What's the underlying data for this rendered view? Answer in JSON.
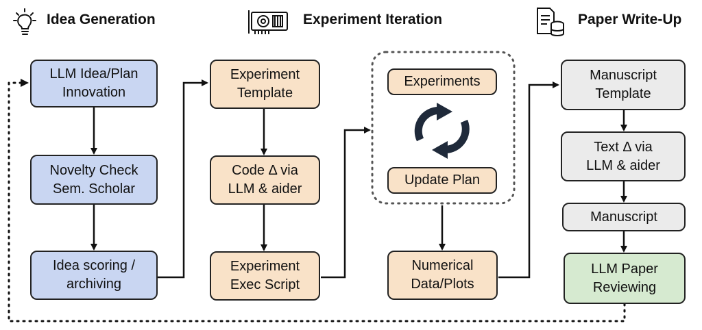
{
  "headers": {
    "idea": "Idea Generation",
    "experiment": "Experiment Iteration",
    "paper": "Paper Write-Up"
  },
  "idea_column": {
    "innovation": "LLM Idea/Plan\nInnovation",
    "novelty": "Novelty Check\nSem. Scholar",
    "scoring": "Idea scoring /\narchiving"
  },
  "experiment_column": {
    "template": "Experiment\nTemplate",
    "code": "Code Δ via\nLLM & aider",
    "exec": "Experiment\nExec Script"
  },
  "loop_column": {
    "experiments": "Experiments",
    "update": "Update Plan",
    "numerical": "Numerical\nData/Plots"
  },
  "paper_column": {
    "manuscript_template": "Manuscript\nTemplate",
    "text": "Text Δ via\nLLM & aider",
    "manuscript": "Manuscript",
    "review": "LLM Paper\nReviewing"
  },
  "icons": {
    "idea": "lightbulb-icon",
    "experiment": "gpu-card-icon",
    "paper": "document-database-icon"
  },
  "colors": {
    "idea": "#c9d6f2",
    "experiment": "#f9e2c8",
    "paper": "#ebebeb",
    "review": "#d6ead0",
    "cycle": "#1f2a3a"
  }
}
